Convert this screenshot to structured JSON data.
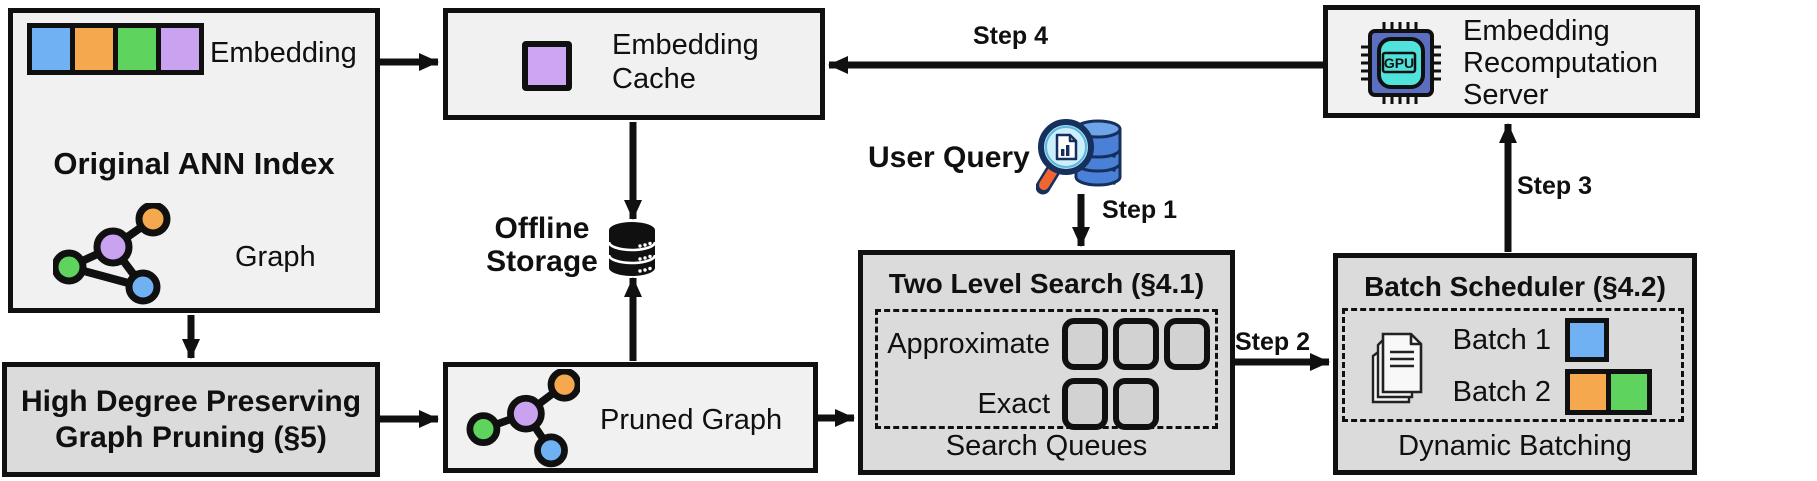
{
  "palette": {
    "blue": "#6fb1f2",
    "orange": "#f6a84e",
    "green": "#5ed35e",
    "purple": "#c9a2f0",
    "box_light_fill": "#f1f1f1",
    "box_dark_fill": "#dbdbdb",
    "line_black": "#101010",
    "gpu_chip_body": "#5b6fc0",
    "gpu_chip_core": "#4fe3dc",
    "query_db_blue": "#4a80d8",
    "query_handle_orange": "#f26430"
  },
  "original_index": {
    "title": "Original ANN Index",
    "embedding_label": "Embedding",
    "embedding_cells": [
      "blue",
      "orange",
      "green",
      "purple"
    ],
    "graph_label": "Graph",
    "graph_nodes": [
      "green",
      "purple",
      "orange",
      "blue"
    ],
    "graph_edges": [
      "green-purple",
      "purple-orange",
      "purple-blue",
      "green-blue"
    ]
  },
  "embedding_cache": {
    "label": "Embedding Cache"
  },
  "recomputation_server": {
    "label": "Embedding Recomputation Server",
    "chip_label": "GPU"
  },
  "offline_storage": {
    "label": "Offline Storage"
  },
  "user_query": {
    "label": "User Query"
  },
  "two_level_search": {
    "title": "Two Level Search (§4.1)",
    "approximate_label": "Approximate",
    "approximate_slots": 3,
    "exact_label": "Exact",
    "exact_slots": 2,
    "footer": "Search Queues"
  },
  "batch_scheduler": {
    "title": "Batch Scheduler (§4.2)",
    "batch1_label": "Batch 1",
    "batch1_cells": [
      "blue"
    ],
    "batch2_label": "Batch 2",
    "batch2_cells": [
      "orange",
      "green"
    ],
    "footer": "Dynamic Batching"
  },
  "graph_pruning": {
    "title": "High Degree Preserving Graph Pruning (§5)"
  },
  "pruned_graph": {
    "label": "Pruned Graph",
    "graph_nodes": [
      "green",
      "purple",
      "orange",
      "blue"
    ],
    "graph_edges": [
      "green-purple",
      "purple-orange",
      "purple-blue"
    ]
  },
  "steps": {
    "s1": "Step 1",
    "s2": "Step 2",
    "s3": "Step 3",
    "s4": "Step 4"
  }
}
